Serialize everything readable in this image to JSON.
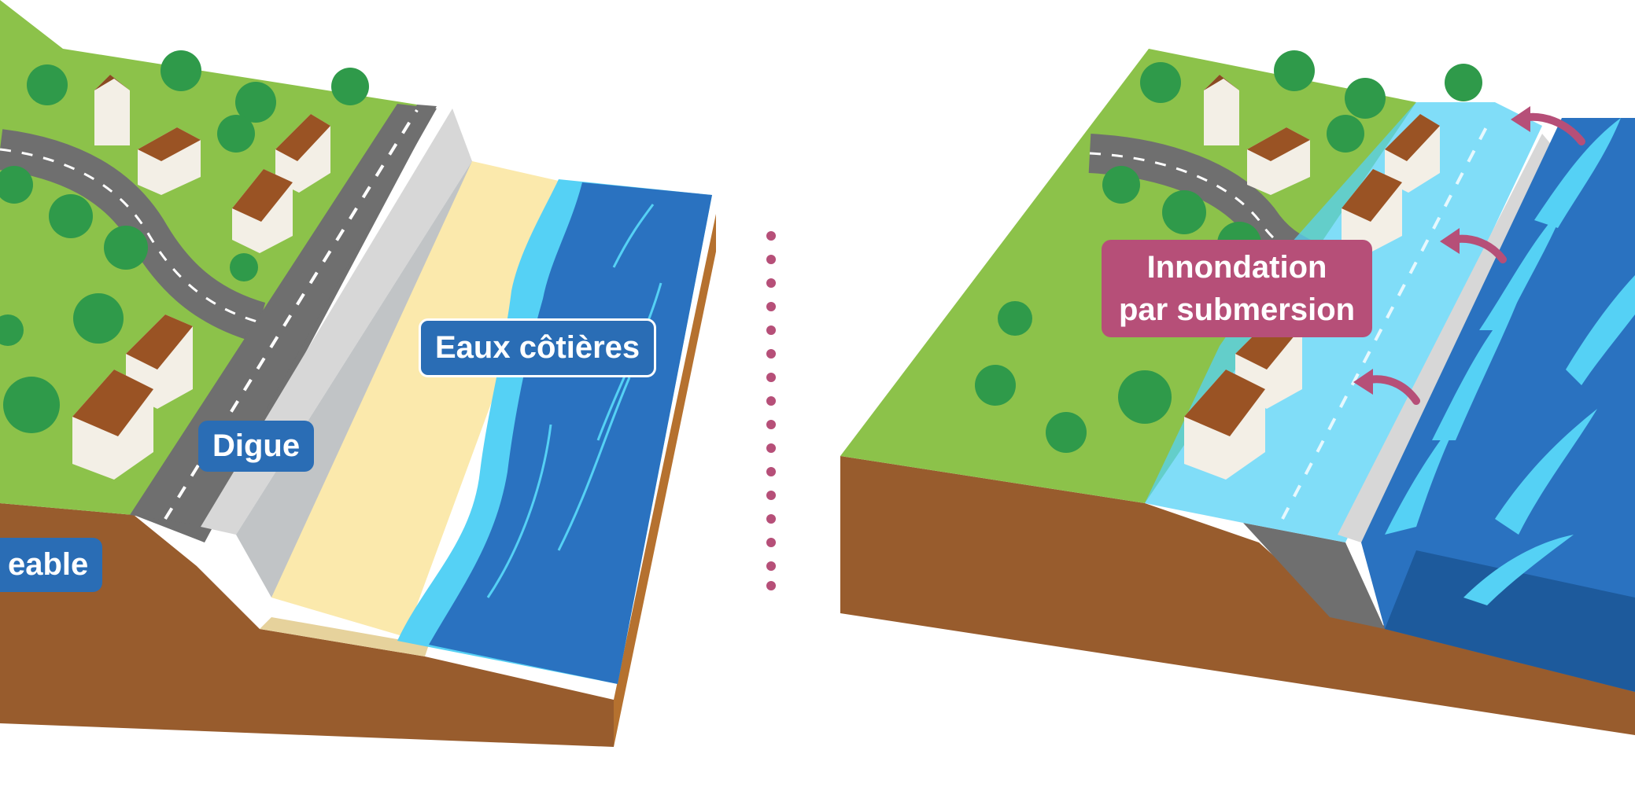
{
  "labels": {
    "coastal_waters": "Eaux côtières",
    "dike": "Digue",
    "cropped_left": "eable",
    "flooding_line1": "Innondation",
    "flooding_line2": "par submersion"
  },
  "colors": {
    "grass": "#8cc24a",
    "soil": "#985c2d",
    "road": "#6f6f6f",
    "dike": "#d7d7d7",
    "sand": "#fbe9ac",
    "sea": "#2a72c0",
    "sea_light": "#55d1f5",
    "tree": "#2f9a4a",
    "label_blue": "#2a6db5",
    "label_pink": "#b64f78",
    "separator": "#b64f78"
  },
  "icons": [
    "house-icon",
    "tree-icon",
    "arrow-curved-icon"
  ]
}
